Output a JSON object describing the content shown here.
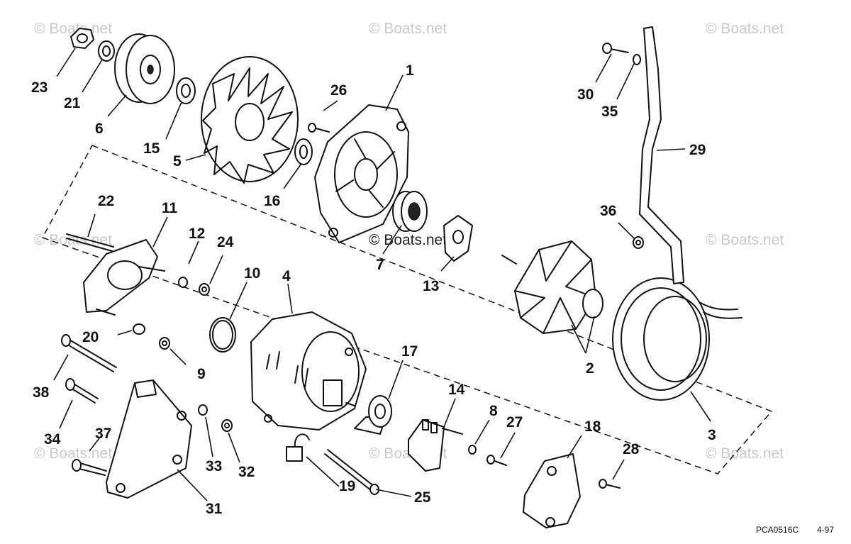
{
  "diagram": {
    "watermark": "© Boats.net",
    "drawing_code": "PCA0516C",
    "drawing_date": "4-97",
    "callouts": [
      "1",
      "2",
      "3",
      "4",
      "5",
      "6",
      "7",
      "8",
      "9",
      "10",
      "11",
      "12",
      "13",
      "14",
      "15",
      "16",
      "17",
      "18",
      "19",
      "20",
      "21",
      "22",
      "23",
      "24",
      "25",
      "26",
      "27",
      "28",
      "29",
      "30",
      "31",
      "32",
      "33",
      "34",
      "35",
      "36",
      "37",
      "38"
    ]
  }
}
